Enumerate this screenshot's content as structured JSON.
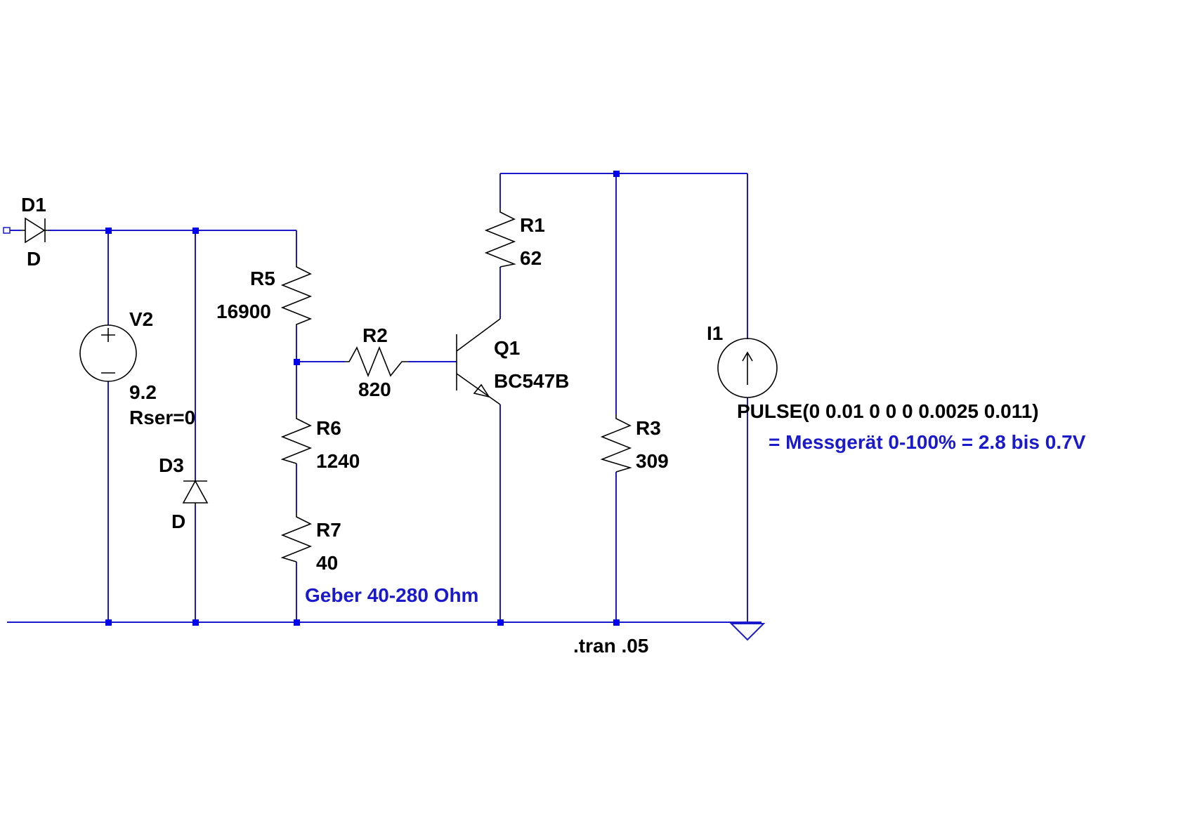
{
  "components": {
    "d1": {
      "name": "D1",
      "value": "D"
    },
    "v2": {
      "name": "V2",
      "value": "9.2",
      "param": "Rser=0"
    },
    "d3": {
      "name": "D3",
      "value": "D"
    },
    "r5": {
      "name": "R5",
      "value": "16900"
    },
    "r6": {
      "name": "R6",
      "value": "1240"
    },
    "r7": {
      "name": "R7",
      "value": "40"
    },
    "r2": {
      "name": "R2",
      "value": "820"
    },
    "q1": {
      "name": "Q1",
      "value": "BC547B"
    },
    "r1": {
      "name": "R1",
      "value": "62"
    },
    "r3": {
      "name": "R3",
      "value": "309"
    },
    "i1": {
      "name": "I1",
      "value": "PULSE(0 0.01 0 0 0 0.0025 0.011)"
    }
  },
  "annotations": {
    "geber": "Geber 40-280 Ohm",
    "messgeraet": "= Messgerät 0-100% = 2.8 bis 0.7V"
  },
  "directive": ".tran .05",
  "colors": {
    "wire": "#1a1acc",
    "component": "#000000",
    "junction": "#0000ee",
    "comment": "#1a1acc"
  }
}
